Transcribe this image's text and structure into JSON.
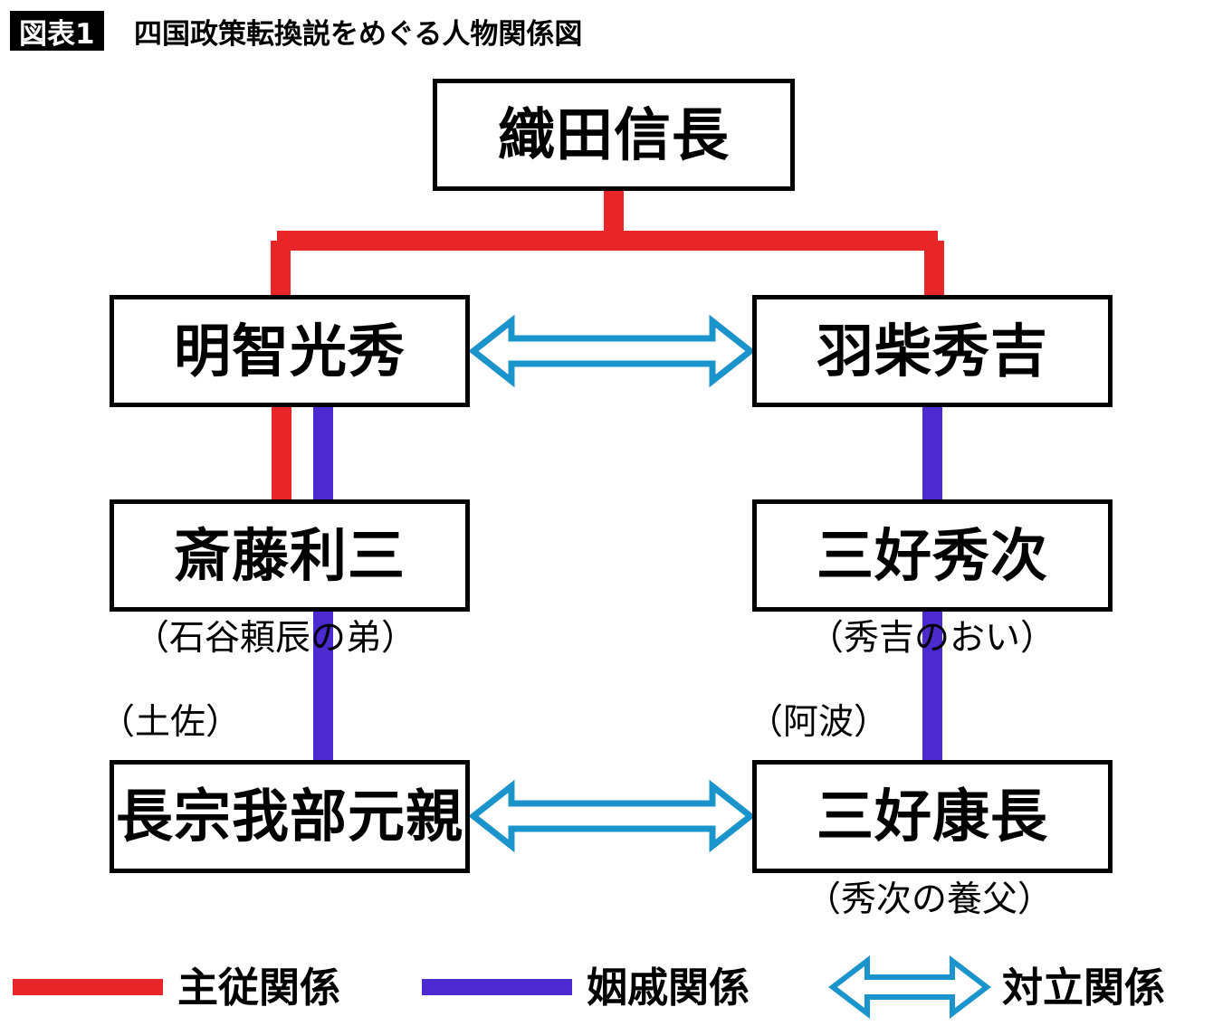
{
  "header": {
    "figure_tag": "図表1",
    "title": "四国政策転換説をめぐる人物関係図"
  },
  "colors": {
    "master_relation": "#e8262a",
    "marriage_relation": "#4b2bd0",
    "conflict_relation": "#1b94cc",
    "box_border": "#000000",
    "background": "#ffffff"
  },
  "nodes": {
    "nobunaga": {
      "name": "織田信長"
    },
    "mitsuhide": {
      "name": "明智光秀"
    },
    "hideyoshi": {
      "name": "羽柴秀吉"
    },
    "toshimitsu": {
      "name": "斎藤利三",
      "caption_below": "（石谷頼辰の弟）"
    },
    "hidetsugu": {
      "name": "三好秀次",
      "caption_below": "（秀吉のおい）"
    },
    "motochika": {
      "name": "長宗我部元親",
      "caption_above": "（土佐）"
    },
    "yasunaga": {
      "name": "三好康長",
      "caption_above": "（阿波）",
      "caption_below": "（秀次の養父）"
    }
  },
  "edges": [
    {
      "from": "nobunaga",
      "to": "mitsuhide",
      "type": "master_relation"
    },
    {
      "from": "nobunaga",
      "to": "hideyoshi",
      "type": "master_relation"
    },
    {
      "from": "mitsuhide",
      "to": "toshimitsu",
      "type": "master_relation"
    },
    {
      "from": "mitsuhide",
      "to": "toshimitsu",
      "type": "marriage_relation"
    },
    {
      "from": "hideyoshi",
      "to": "hidetsugu",
      "type": "marriage_relation"
    },
    {
      "from": "toshimitsu",
      "to": "motochika",
      "type": "marriage_relation"
    },
    {
      "from": "hidetsugu",
      "to": "yasunaga",
      "type": "marriage_relation"
    },
    {
      "from": "mitsuhide",
      "to": "hideyoshi",
      "type": "conflict_relation"
    },
    {
      "from": "motochika",
      "to": "yasunaga",
      "type": "conflict_relation"
    }
  ],
  "legend": [
    {
      "key": "master_relation",
      "label": "主従関係",
      "marker": "line",
      "color": "#e8262a"
    },
    {
      "key": "marriage_relation",
      "label": "姻戚関係",
      "marker": "line",
      "color": "#4b2bd0"
    },
    {
      "key": "conflict_relation",
      "label": "対立関係",
      "marker": "double-arrow",
      "color": "#1b94cc"
    }
  ]
}
